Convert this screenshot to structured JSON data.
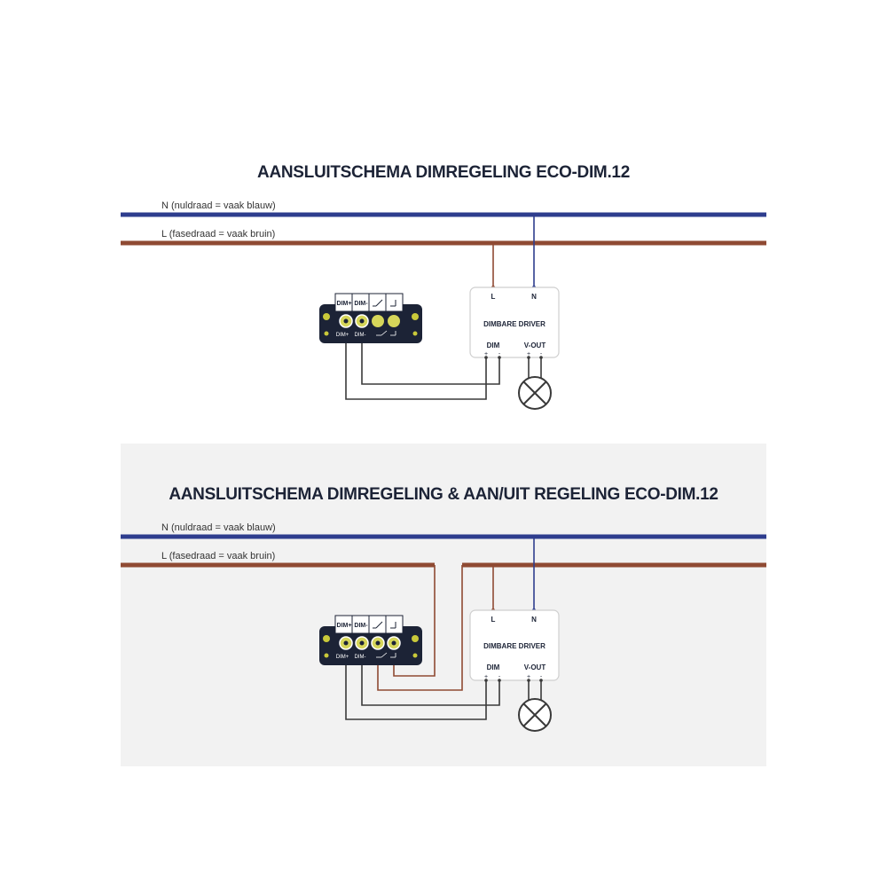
{
  "colors": {
    "neutral_wire": "#2e3d8e",
    "phase_wire": "#8f4a33",
    "signal_wire": "#3a3a3a",
    "dimmer_body": "#1c2336",
    "panel_bg": "#f2f2f2"
  },
  "diagram1": {
    "title": "AANSLUITSCHEMA DIMREGELING ECO-DIM.12",
    "n_label": "N (nuldraad = vaak blauw)",
    "l_label": "L (fasedraad = vaak bruin)",
    "dimmer": {
      "terminals": [
        "DIM+",
        "DIM-",
        "switch-icon",
        "switch-icon"
      ],
      "terminal_text": [
        "DIM+",
        "DIM-"
      ],
      "bottom_labels": [
        "DIM+",
        "DIM-"
      ]
    },
    "driver": {
      "title": "DIMBARE DRIVER",
      "in_l": "L",
      "in_n": "N",
      "dim_label": "DIM",
      "vout_label": "V-OUT",
      "plus": "+",
      "minus": "-"
    }
  },
  "diagram2": {
    "title": "AANSLUITSCHEMA DIMREGELING & AAN/UIT REGELING ECO-DIM.12",
    "n_label": "N (nuldraad = vaak blauw)",
    "l_label": "L (fasedraad = vaak bruin)",
    "dimmer": {
      "terminal_text": [
        "DIM+",
        "DIM-"
      ],
      "bottom_labels": [
        "DIM+",
        "DIM-"
      ]
    },
    "driver": {
      "title": "DIMBARE DRIVER",
      "in_l": "L",
      "in_n": "N",
      "dim_label": "DIM",
      "vout_label": "V-OUT",
      "plus": "+",
      "minus": "-"
    }
  }
}
